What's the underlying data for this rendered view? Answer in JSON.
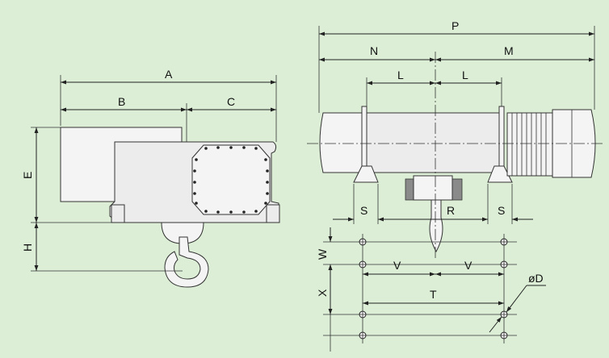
{
  "diagram": {
    "side_view": {
      "dimensions": {
        "A": "A",
        "B": "B",
        "C": "C",
        "E": "E",
        "H": "H"
      }
    },
    "front_view": {
      "dimensions": {
        "P": "P",
        "N": "N",
        "M": "M",
        "L_left": "L",
        "L_right": "L",
        "S_left": "S",
        "R": "R",
        "S_right": "S"
      }
    },
    "hole_pattern": {
      "dimensions": {
        "W": "W",
        "X": "X",
        "V_left": "V",
        "V_right": "V",
        "T": "T",
        "D": "øD"
      }
    }
  }
}
